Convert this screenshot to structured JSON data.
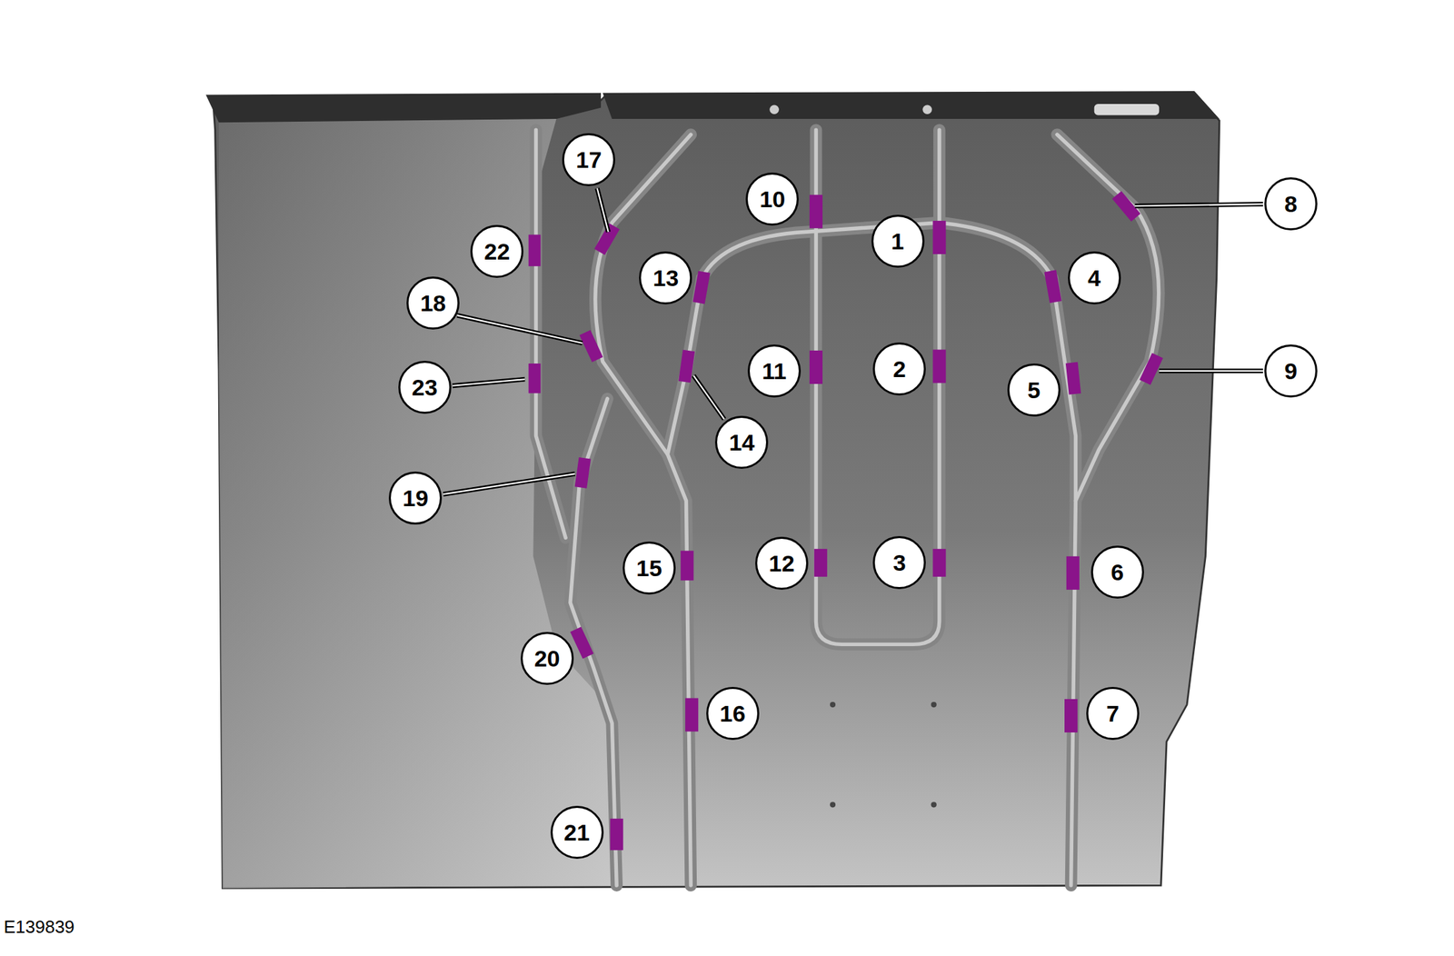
{
  "diagram": {
    "labels": [
      "1",
      "2",
      "3",
      "4",
      "5",
      "6",
      "7",
      "8",
      "9",
      "10",
      "11",
      "12",
      "13",
      "14",
      "15",
      "16",
      "17",
      "18",
      "19",
      "20",
      "21",
      "22",
      "23",
      "E139839"
    ]
  }
}
